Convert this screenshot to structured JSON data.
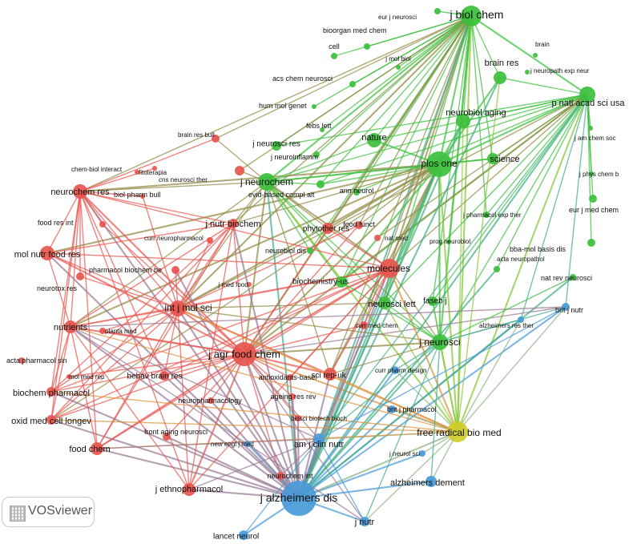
{
  "app": {
    "watermark": "VOSviewer",
    "logo_icon": "vosviewer-logo-icon"
  },
  "clusters": {
    "red": "#e8554e",
    "green": "#3cbf3c",
    "blue": "#4a9ad8",
    "yellow": "#cfcc2a"
  },
  "nodes": [
    {
      "id": "jbc",
      "label": "j biol chem",
      "cluster": "green"
    },
    {
      "id": "eurjneuro",
      "label": "eur j neurosci",
      "cluster": "green"
    },
    {
      "id": "bioorg",
      "label": "bioorgan med chem",
      "cluster": "green"
    },
    {
      "id": "cell",
      "label": "cell",
      "cluster": "green"
    },
    {
      "id": "jmolbiol",
      "label": "j mol biol",
      "cluster": "green"
    },
    {
      "id": "brain",
      "label": "brain",
      "cluster": "green"
    },
    {
      "id": "brainres",
      "label": "brain res",
      "cluster": "green"
    },
    {
      "id": "jneuropath",
      "label": "j neuropath exp neur",
      "cluster": "green"
    },
    {
      "id": "acschem",
      "label": "acs chem neurosci",
      "cluster": "green"
    },
    {
      "id": "pnas",
      "label": "p natl acad sci usa",
      "cluster": "green"
    },
    {
      "id": "hummol",
      "label": "hum mol genet",
      "cluster": "green"
    },
    {
      "id": "neuroaging",
      "label": "neurobiol aging",
      "cluster": "green"
    },
    {
      "id": "febs",
      "label": "febs lett",
      "cluster": "green"
    },
    {
      "id": "nature",
      "label": "nature",
      "cluster": "green"
    },
    {
      "id": "jamchem",
      "label": "j am chem soc",
      "cluster": "green"
    },
    {
      "id": "jneures",
      "label": "j neurosci res",
      "cluster": "green"
    },
    {
      "id": "jneuroinf",
      "label": "j neuroinflamm",
      "cluster": "green"
    },
    {
      "id": "plos",
      "label": "plos one",
      "cluster": "green"
    },
    {
      "id": "science",
      "label": "science",
      "cluster": "green"
    },
    {
      "id": "jphys",
      "label": "j phys chem b",
      "cluster": "green"
    },
    {
      "id": "jneurochem",
      "label": "j neurochem",
      "cluster": "green"
    },
    {
      "id": "evid",
      "label": "evid-based compl alt",
      "cluster": "green"
    },
    {
      "id": "annneurol",
      "label": "ann neurol",
      "cluster": "green"
    },
    {
      "id": "eurjmed",
      "label": "eur j med chem",
      "cluster": "green"
    },
    {
      "id": "jpharmexp",
      "label": "j pharmacol exp ther",
      "cluster": "green"
    },
    {
      "id": "bba",
      "label": "bba-mol basis dis",
      "cluster": "green"
    },
    {
      "id": "neurobioldis",
      "label": "neurobiol dis",
      "cluster": "green"
    },
    {
      "id": "biochemus",
      "label": "biochemistry-us",
      "cluster": "green"
    },
    {
      "id": "actaneuro",
      "label": "acta neuropathol",
      "cluster": "green"
    },
    {
      "id": "natrev",
      "label": "nat rev neurosci",
      "cluster": "green"
    },
    {
      "id": "neuroscilett",
      "label": "neurosci lett",
      "cluster": "green"
    },
    {
      "id": "fasebj",
      "label": "faseb j",
      "cluster": "green"
    },
    {
      "id": "jneurosci",
      "label": "j neurosci",
      "cluster": "green"
    },
    {
      "id": "progneuro",
      "label": "prog neurobiol",
      "cluster": "green"
    },
    {
      "id": "brainresbull",
      "label": "brain res bull",
      "cluster": "red"
    },
    {
      "id": "fitoterapia",
      "label": "fitoterapia",
      "cluster": "red"
    },
    {
      "id": "chembiol",
      "label": "chem-biol interact",
      "cluster": "red"
    },
    {
      "id": "cnsneuro",
      "label": "cns neurosci ther",
      "cluster": "red"
    },
    {
      "id": "neurochemres",
      "label": "neurochem res",
      "cluster": "red"
    },
    {
      "id": "biolpharm",
      "label": "biol pharm bull",
      "cluster": "red"
    },
    {
      "id": "foodfunct",
      "label": "food funct",
      "cluster": "red"
    },
    {
      "id": "foodresint",
      "label": "food res int",
      "cluster": "red"
    },
    {
      "id": "jnutrbiochem",
      "label": "j nutr biochem",
      "cluster": "red"
    },
    {
      "id": "phytother",
      "label": "phytother res",
      "cluster": "red"
    },
    {
      "id": "currneuroph",
      "label": "curr neuropharmacol",
      "cluster": "red"
    },
    {
      "id": "natmed",
      "label": "nat med",
      "cluster": "red"
    },
    {
      "id": "molnutr",
      "label": "mol nutr food res",
      "cluster": "red"
    },
    {
      "id": "pharmbiochem",
      "label": "pharmacol biochem be",
      "cluster": "red"
    },
    {
      "id": "molecules",
      "label": "molecules",
      "cluster": "red"
    },
    {
      "id": "neurotox",
      "label": "neurotox res",
      "cluster": "red"
    },
    {
      "id": "jmedfood",
      "label": "j med food",
      "cluster": "red"
    },
    {
      "id": "intjmol",
      "label": "int j mol sci",
      "cluster": "red"
    },
    {
      "id": "nutrients",
      "label": "nutrients",
      "cluster": "red"
    },
    {
      "id": "plantamed",
      "label": "planta med",
      "cluster": "red"
    },
    {
      "id": "currmedchem",
      "label": "curr med chem",
      "cluster": "red"
    },
    {
      "id": "jagr",
      "label": "j agr food chem",
      "cluster": "red"
    },
    {
      "id": "actapharm",
      "label": "acta pharmacol sin",
      "cluster": "red"
    },
    {
      "id": "behav",
      "label": "behav brain res",
      "cluster": "red"
    },
    {
      "id": "molmedrep",
      "label": "mol med rep",
      "cluster": "red"
    },
    {
      "id": "antiox",
      "label": "antioxidants-basel",
      "cluster": "red"
    },
    {
      "id": "scirep",
      "label": "sci rep-uk",
      "cluster": "red"
    },
    {
      "id": "biochempharm",
      "label": "biochem pharmacol",
      "cluster": "red"
    },
    {
      "id": "neuropharm",
      "label": "neuropharmacology",
      "cluster": "red"
    },
    {
      "id": "ageing",
      "label": "ageing res rev",
      "cluster": "red"
    },
    {
      "id": "oxidmed",
      "label": "oxid med cell longev",
      "cluster": "red"
    },
    {
      "id": "biosci",
      "label": "biosci biotech bioch",
      "cluster": "red"
    },
    {
      "id": "frontaging",
      "label": "front aging neurosci",
      "cluster": "red"
    },
    {
      "id": "foodchem",
      "label": "food chem",
      "cluster": "red"
    },
    {
      "id": "jethno",
      "label": "j ethnopharmacol",
      "cluster": "red"
    },
    {
      "id": "neurochemint",
      "label": "neurochem int",
      "cluster": "red"
    },
    {
      "id": "britjnutr",
      "label": "brit j nutr",
      "cluster": "blue"
    },
    {
      "id": "alzrt",
      "label": "alzheimers res ther",
      "cluster": "blue"
    },
    {
      "id": "currpharmdes",
      "label": "curr pharm design",
      "cluster": "blue"
    },
    {
      "id": "britjpharm",
      "label": "brit j pharmacol",
      "cluster": "blue"
    },
    {
      "id": "newengl",
      "label": "new engl j med",
      "cluster": "blue"
    },
    {
      "id": "amjclin",
      "label": "am j clin nutr",
      "cluster": "blue"
    },
    {
      "id": "jneurolsci",
      "label": "j neurol sci",
      "cluster": "blue"
    },
    {
      "id": "jalz",
      "label": "j alzheimers dis",
      "cluster": "blue"
    },
    {
      "id": "alzdement",
      "label": "alzheimers dement",
      "cluster": "blue"
    },
    {
      "id": "jnutr",
      "label": "j nutr",
      "cluster": "blue"
    },
    {
      "id": "lancet",
      "label": "lancet neurol",
      "cluster": "blue"
    },
    {
      "id": "freerad",
      "label": "free radical bio med",
      "cluster": "yellow"
    }
  ]
}
